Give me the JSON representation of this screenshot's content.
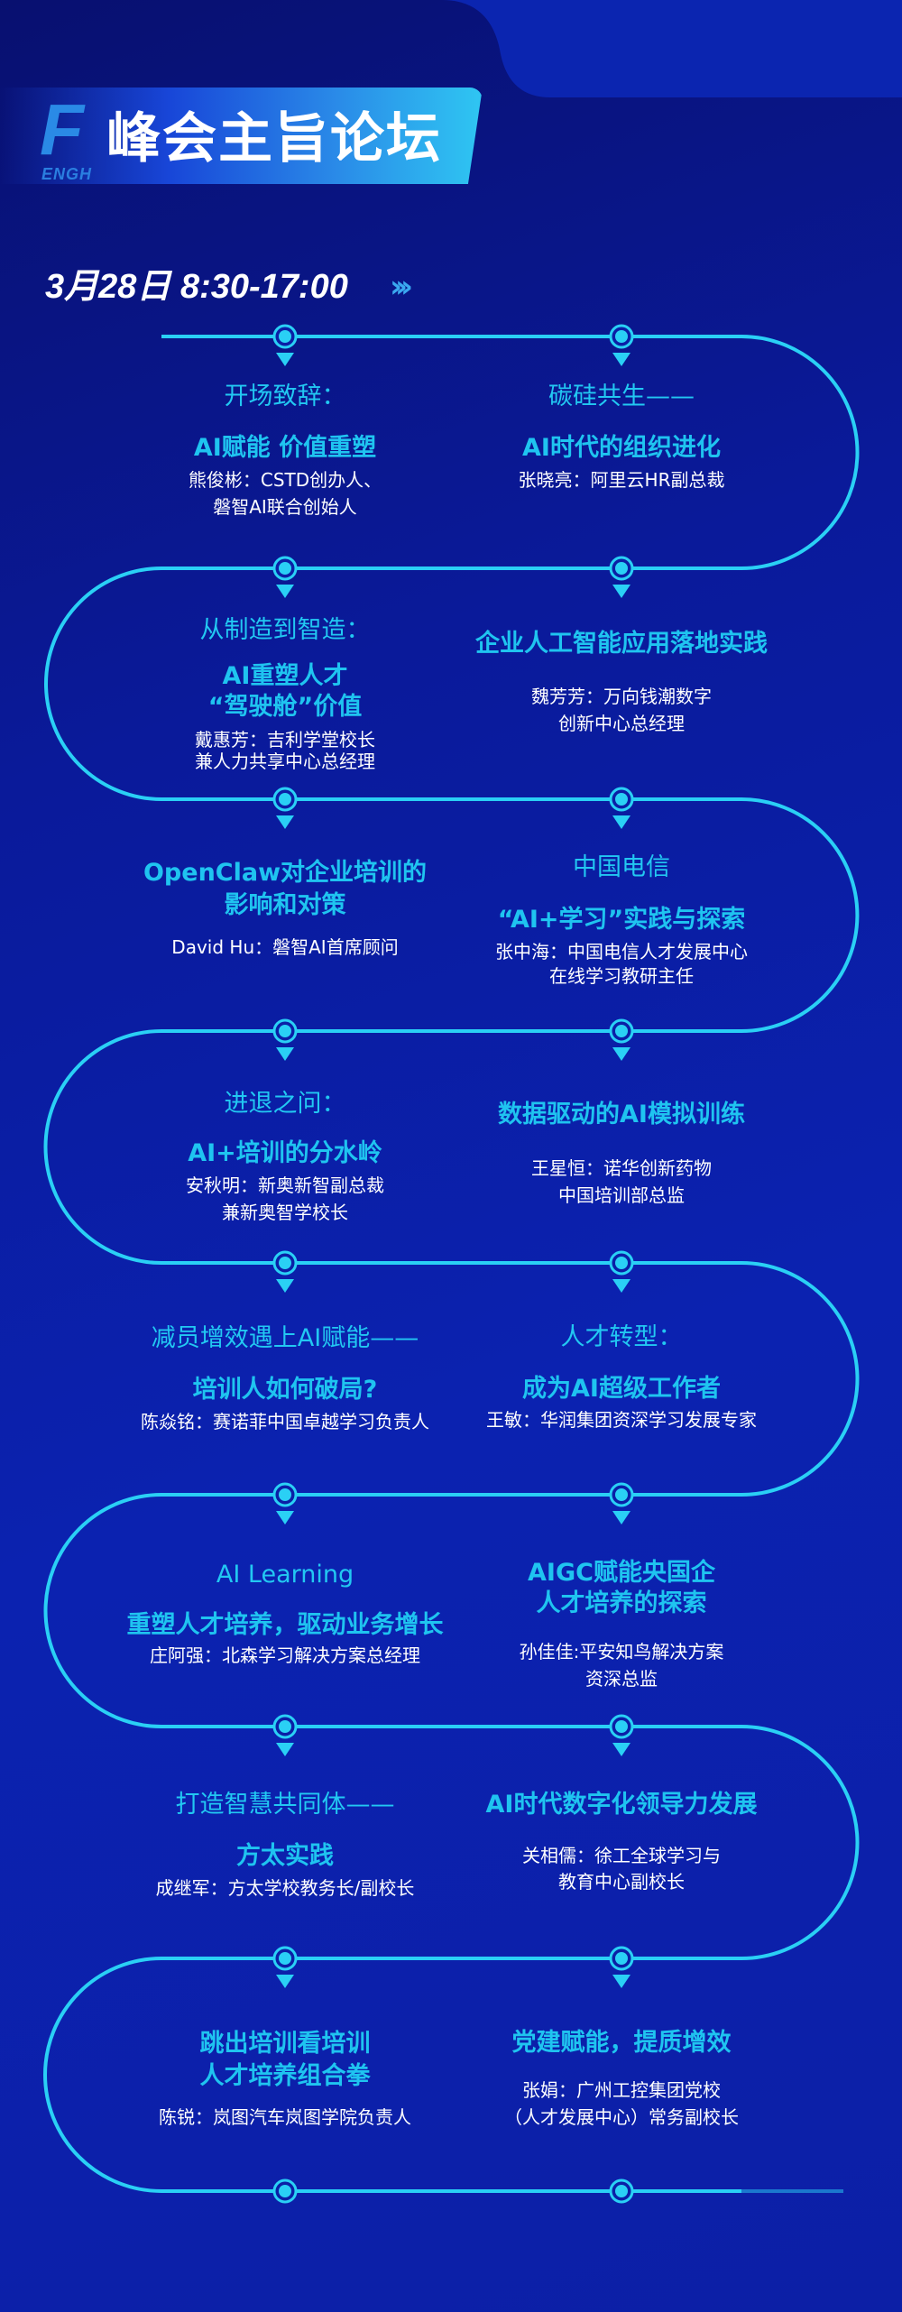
{
  "header": {
    "title": "峰会主旨论坛",
    "logo_letter": "F",
    "logo_text": "ENGH",
    "date": "3月28日 8:30-17:00",
    "date_chevrons": "›››"
  },
  "colors": {
    "accent": "#22c8f2",
    "background": "#0b1fa6",
    "text": "#ffffff"
  },
  "segments": [
    {
      "left": {
        "title": [
          "开场致辞："
        ],
        "subtitle": [
          "AI赋能 价值重塑"
        ],
        "speaker": [
          "熊俊彬：CSTD创办人、",
          "磐智AI联合创始人"
        ]
      },
      "right": {
        "title": [
          "碳硅共生——"
        ],
        "subtitle": [
          "AI时代的组织进化"
        ],
        "speaker": [
          "张晓亮：阿里云HR副总裁"
        ]
      }
    },
    {
      "left": {
        "title": [
          "从制造到智造："
        ],
        "subtitle": [
          "AI重塑人才",
          "“驾驶舱”价值"
        ],
        "speaker": [
          "戴惠芳：吉利学堂校长",
          "兼人力共享中心总经理"
        ]
      },
      "right": {
        "title": [],
        "subtitle": [
          "企业人工智能应用落地实践"
        ],
        "speaker": [
          "魏芳芳：万向钱潮数字",
          "创新中心总经理"
        ]
      }
    },
    {
      "left": {
        "title": [],
        "subtitle": [
          "OpenClaw对企业培训的",
          "影响和对策"
        ],
        "speaker": [
          "David Hu：磐智AI首席顾问"
        ]
      },
      "right": {
        "title": [
          "中国电信"
        ],
        "subtitle": [
          "“AI+学习”实践与探索"
        ],
        "speaker": [
          "张中海：中国电信人才发展中心",
          "在线学习教研主任"
        ]
      }
    },
    {
      "left": {
        "title": [
          "进退之问："
        ],
        "subtitle": [
          "AI+培训的分水岭"
        ],
        "speaker": [
          "安秋明：新奥新智副总裁",
          "兼新奥智学校长"
        ]
      },
      "right": {
        "title": [],
        "subtitle": [
          "数据驱动的AI模拟训练"
        ],
        "speaker": [
          "王星恒：诺华创新药物",
          "中国培训部总监"
        ]
      }
    },
    {
      "left": {
        "title": [
          "减员增效遇上AI赋能——"
        ],
        "subtitle": [
          "培训人如何破局?"
        ],
        "speaker": [
          "陈焱铭：赛诺菲中国卓越学习负责人"
        ]
      },
      "right": {
        "title": [
          "人才转型："
        ],
        "subtitle": [
          "成为AI超级工作者"
        ],
        "speaker": [
          "王敏：华润集团资深学习发展专家"
        ]
      }
    },
    {
      "left": {
        "title": [
          "AI Learning"
        ],
        "subtitle": [
          "重塑人才培养，驱动业务增长"
        ],
        "speaker": [
          "庄阿强：北森学习解决方案总经理"
        ]
      },
      "right": {
        "title": [],
        "subtitle": [
          "AIGC赋能央国企",
          "人才培养的探索"
        ],
        "speaker": [
          "孙佳佳:平安知鸟解决方案",
          "资深总监"
        ]
      }
    },
    {
      "left": {
        "title": [
          "打造智慧共同体——"
        ],
        "subtitle": [
          "方太实践"
        ],
        "speaker": [
          "成继军：方太学校教务长/副校长"
        ]
      },
      "right": {
        "title": [],
        "subtitle": [
          "AI时代数字化领导力发展"
        ],
        "speaker": [
          "关相儒：徐工全球学习与",
          "教育中心副校长"
        ]
      }
    },
    {
      "left": {
        "title": [],
        "subtitle": [
          "跳出培训看培训",
          "人才培养组合拳"
        ],
        "speaker": [
          "陈锐：岚图汽车岚图学院负责人"
        ]
      },
      "right": {
        "title": [],
        "subtitle": [
          "党建赋能，提质增效"
        ],
        "speaker": [
          "张娟：广州工控集团党校",
          "（人才发展中心）常务副校长"
        ]
      }
    }
  ]
}
